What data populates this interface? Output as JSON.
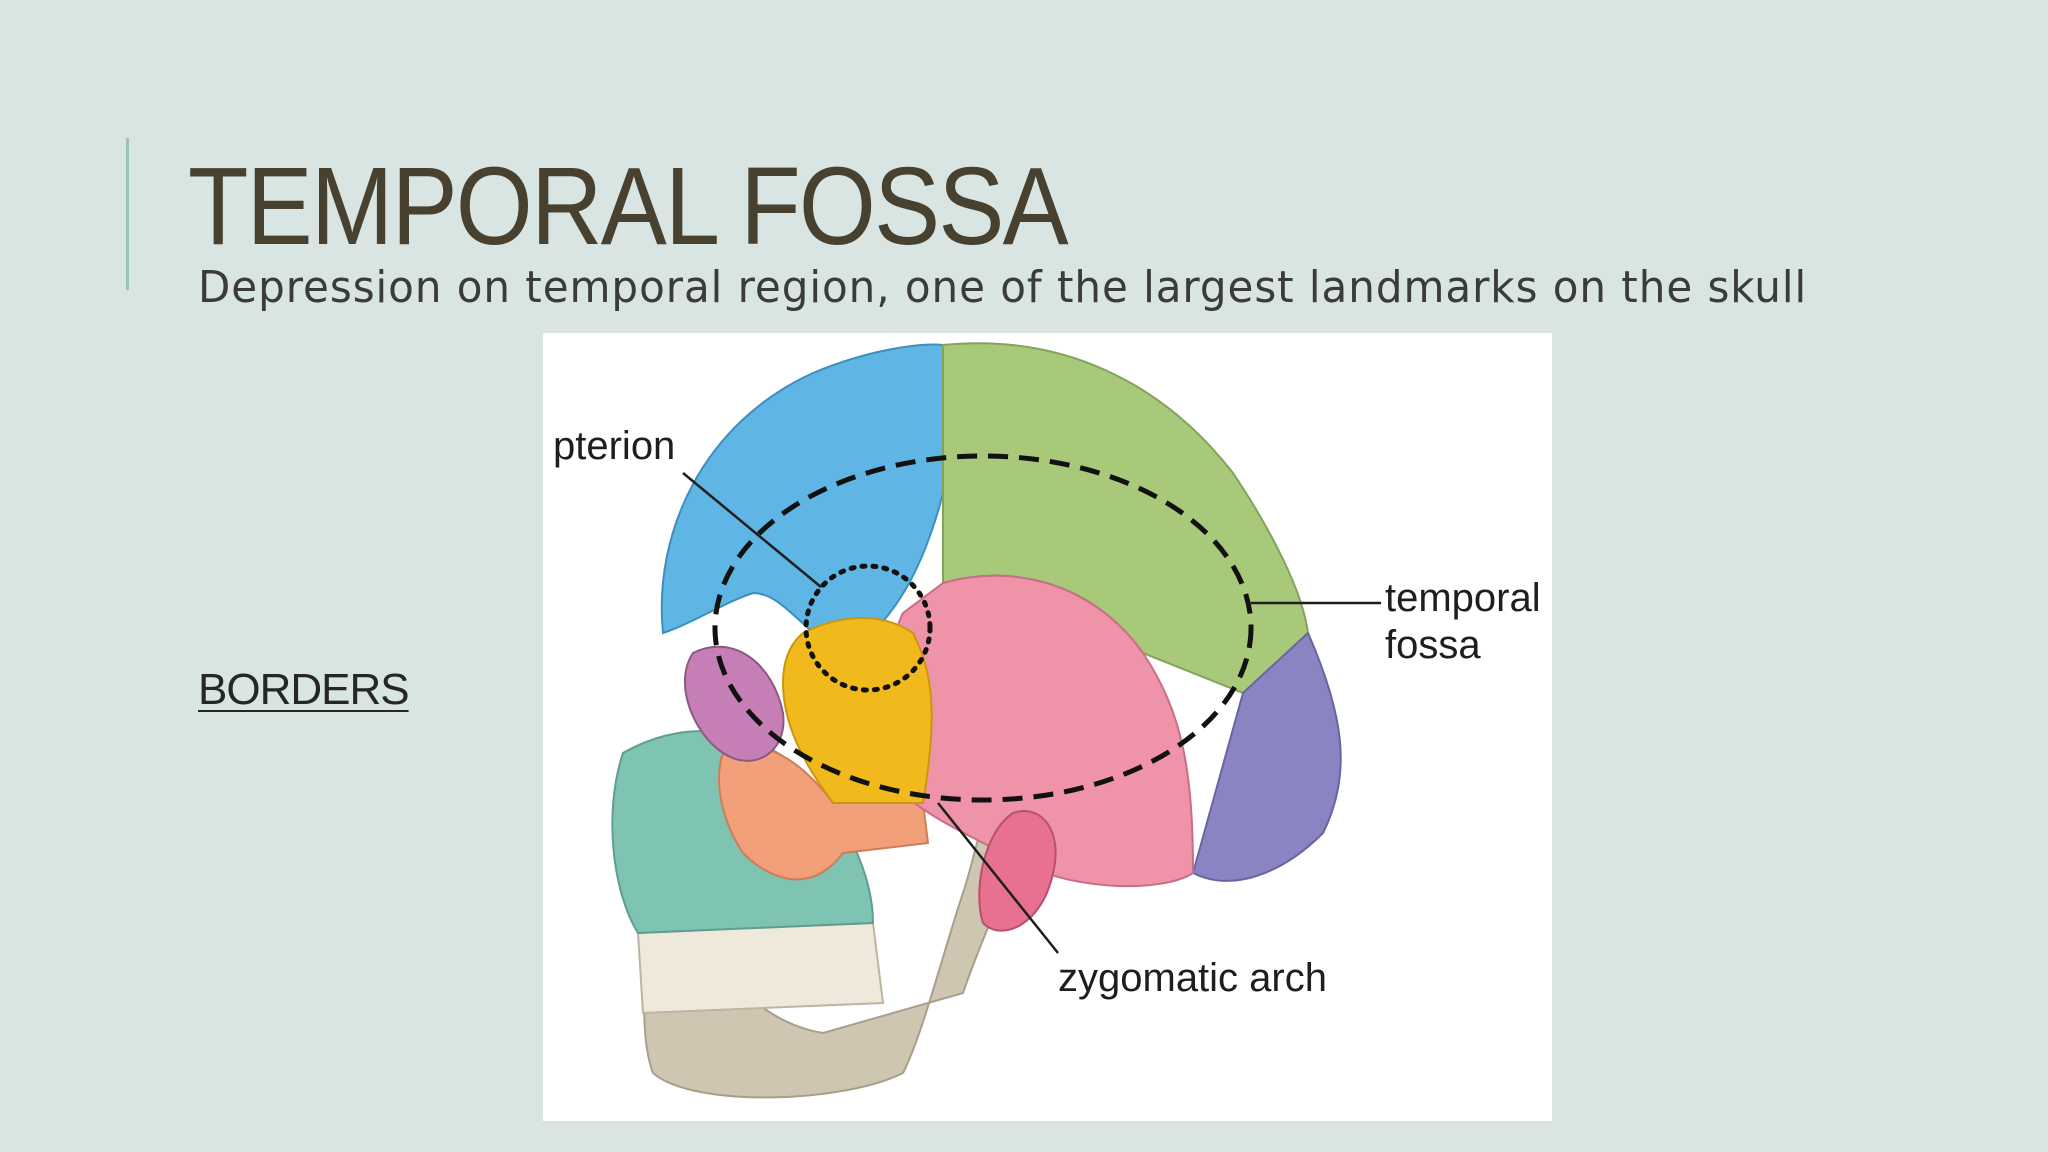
{
  "slide": {
    "title": "TEMPORAL FOSSA",
    "subtitle": "Depression on temporal region, one of the largest landmarks on the skull",
    "borders_heading": "BORDERS"
  },
  "figure": {
    "labels": {
      "pterion": "pterion",
      "temporal_fossa": "temporal fossa",
      "zygomatic_arch": "zygomatic arch"
    }
  },
  "colors": {
    "background": "#d8e5e3",
    "title": "#49412f",
    "accent": "#9bc4b2",
    "frontal_bone": "#5fb6e4",
    "parietal_bone": "#a8c97a",
    "temporal_bone": "#ee93a8",
    "sphenoid_bone": "#f2b91c",
    "occipital_bone": "#8a85c2",
    "zygomatic_bone": "#f1a07a",
    "maxilla": "#7fc3b2",
    "mandible": "#cfc6b2"
  }
}
